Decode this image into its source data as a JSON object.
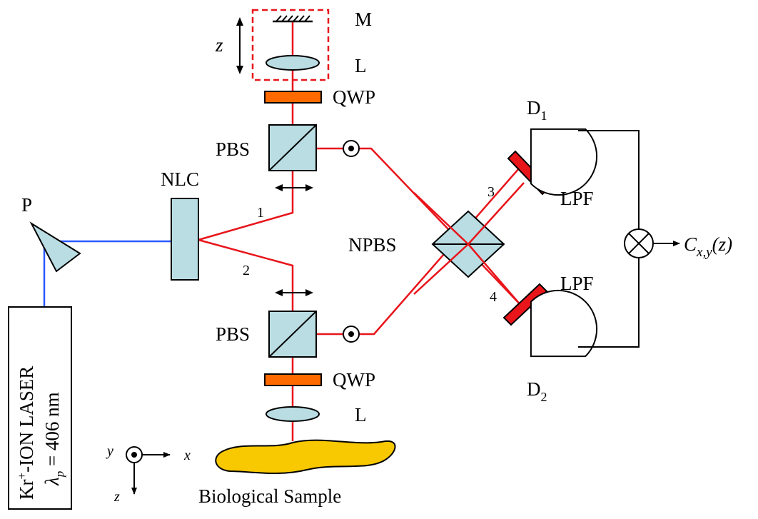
{
  "labels": {
    "mirror": "M",
    "lens_top": "L",
    "lens_bottom": "L",
    "z_scan": "z",
    "qwp_top": "QWP",
    "qwp_bottom": "QWP",
    "pbs_top": "PBS",
    "pbs_bottom": "PBS",
    "nlc": "NLC",
    "prism": "P",
    "npbs": "NPBS",
    "beam1": "1",
    "beam2": "2",
    "beam3": "3",
    "beam4": "4",
    "lpf_top": "LPF",
    "lpf_bottom": "LPF",
    "d1_main": "D",
    "d1_sub": "1",
    "d2_main": "D",
    "d2_sub": "2",
    "output_main": "C",
    "output_sub": "x,y",
    "output_arg": "(z)",
    "laser_line1_pre": "Kr",
    "laser_line1_sup": "+",
    "laser_line1_post": "-ION LASER",
    "laser_line2_sym": "λ",
    "laser_line2_sub": "p",
    "laser_line2_rest": " = 406 nm",
    "axis_x": "x",
    "axis_y": "y",
    "axis_z": "z",
    "sample": "Biological Sample"
  },
  "colors": {
    "red_beam": "#e8151b",
    "pump_beam": "#2b59ff",
    "optic_fill": "#b9dde3",
    "qwp_fill": "#ff6a00",
    "lpf_fill": "#e8151b",
    "sample_fill": "#f8c800",
    "dashed_box": "#e8151b"
  }
}
